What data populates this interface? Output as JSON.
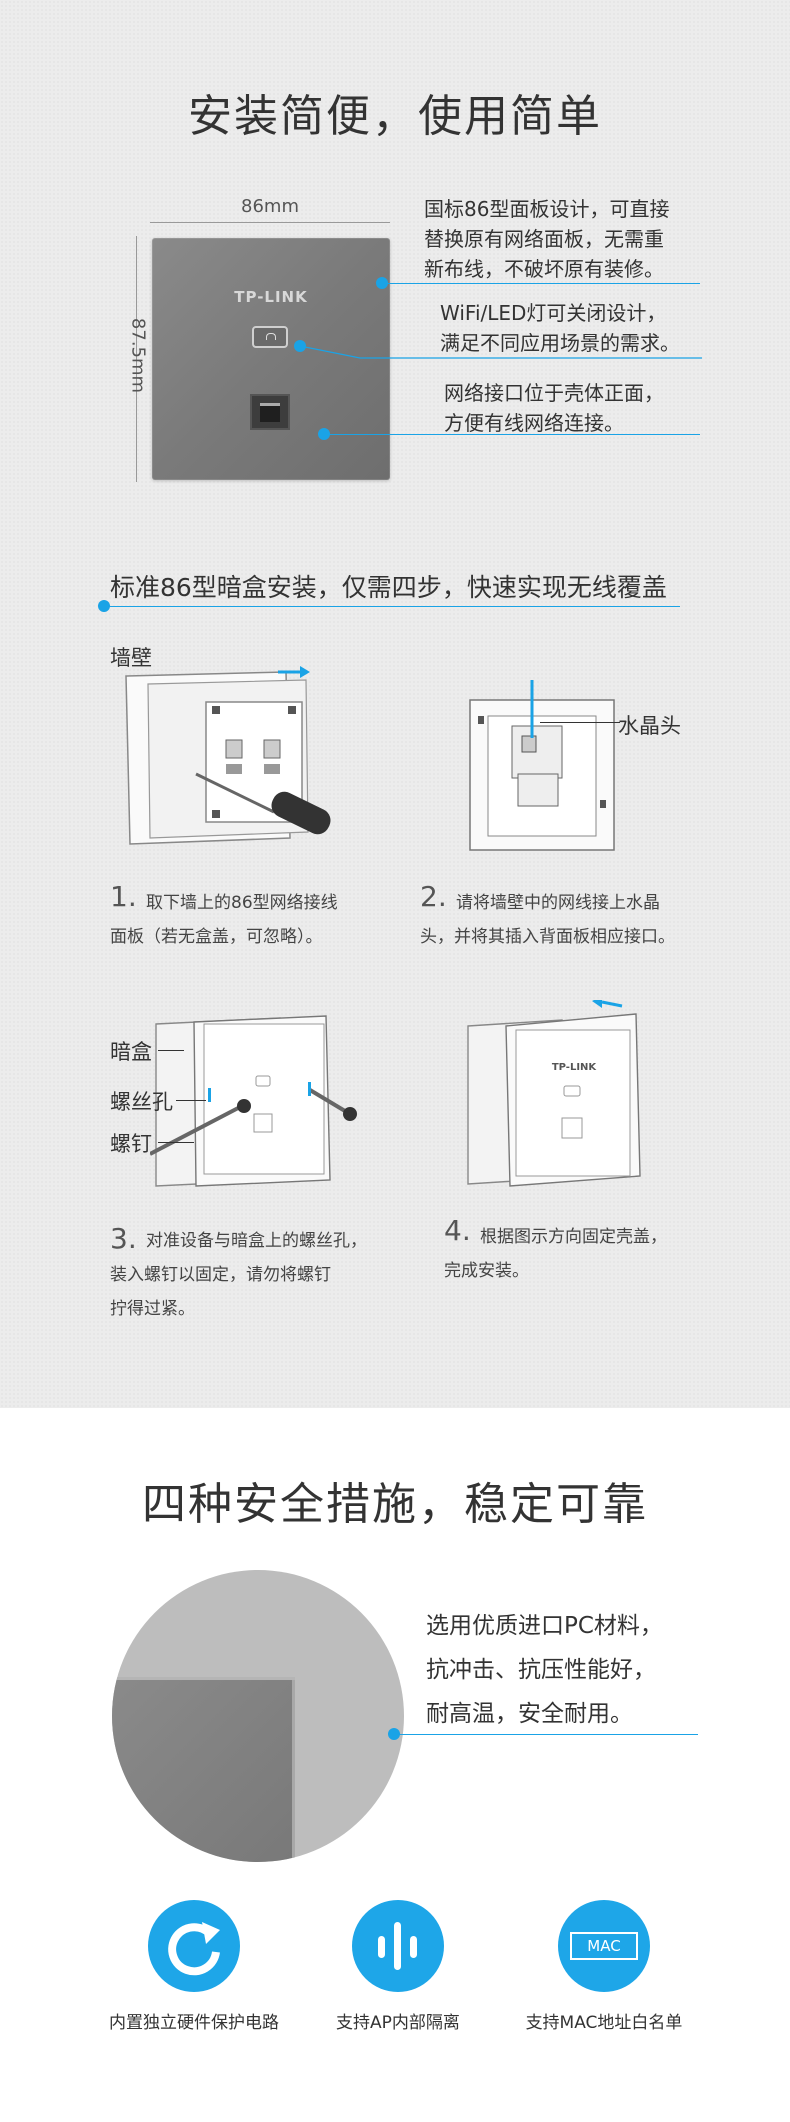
{
  "section1": {
    "title": "安装简便，使用简单",
    "dim_width": "86mm",
    "dim_height": "87.5mm",
    "panel_logo": "TP-LINK",
    "features": [
      {
        "lines": [
          "国标86型面板设计，可直接",
          "替换原有网络面板，无需重",
          "新布线，不破坏原有装修。"
        ]
      },
      {
        "lines": [
          "WiFi/LED灯可关闭设计，",
          "满足不同应用场景的需求。"
        ]
      },
      {
        "lines": [
          "网络接口位于壳体正面，",
          "方便有线网络连接。"
        ]
      }
    ]
  },
  "section2": {
    "title": "标准86型暗盒安装，仅需四步，快速实现无线覆盖",
    "labels": {
      "wall": "墙壁",
      "connector": "水晶头",
      "box": "暗盒",
      "screw_hole": "螺丝孔",
      "screw": "螺钉"
    },
    "steps": [
      {
        "num": "1.",
        "lines": [
          "取下墙上的86型网络接线",
          "面板（若无盒盖，可忽略）。"
        ]
      },
      {
        "num": "2.",
        "lines": [
          "请将墙壁中的网线接上水晶",
          "头，并将其插入背面板相应接口。"
        ]
      },
      {
        "num": "3.",
        "lines": [
          "对准设备与暗盒上的螺丝孔，",
          "装入螺钉以固定，请勿将螺钉",
          "拧得过紧。"
        ]
      },
      {
        "num": "4.",
        "lines": [
          "根据图示方向固定壳盖，",
          "完成安装。"
        ]
      }
    ],
    "panel_logo": "TP-LINK"
  },
  "section3": {
    "title": "四种安全措施，稳定可靠",
    "material_lines": [
      "选用优质进口PC材料，",
      "抗冲击、抗压性能好，",
      "耐高温，安全耐用。"
    ],
    "icons": [
      {
        "icon": "refresh-icon",
        "label": "内置独立硬件保护电路"
      },
      {
        "icon": "isolation-bars-icon",
        "label": "支持AP内部隔离"
      },
      {
        "icon": "mac-icon",
        "text": "MAC",
        "label": "支持MAC地址白名单"
      }
    ]
  },
  "colors": {
    "accent": "#1aa3e6",
    "panel": "#7a7a7a"
  }
}
